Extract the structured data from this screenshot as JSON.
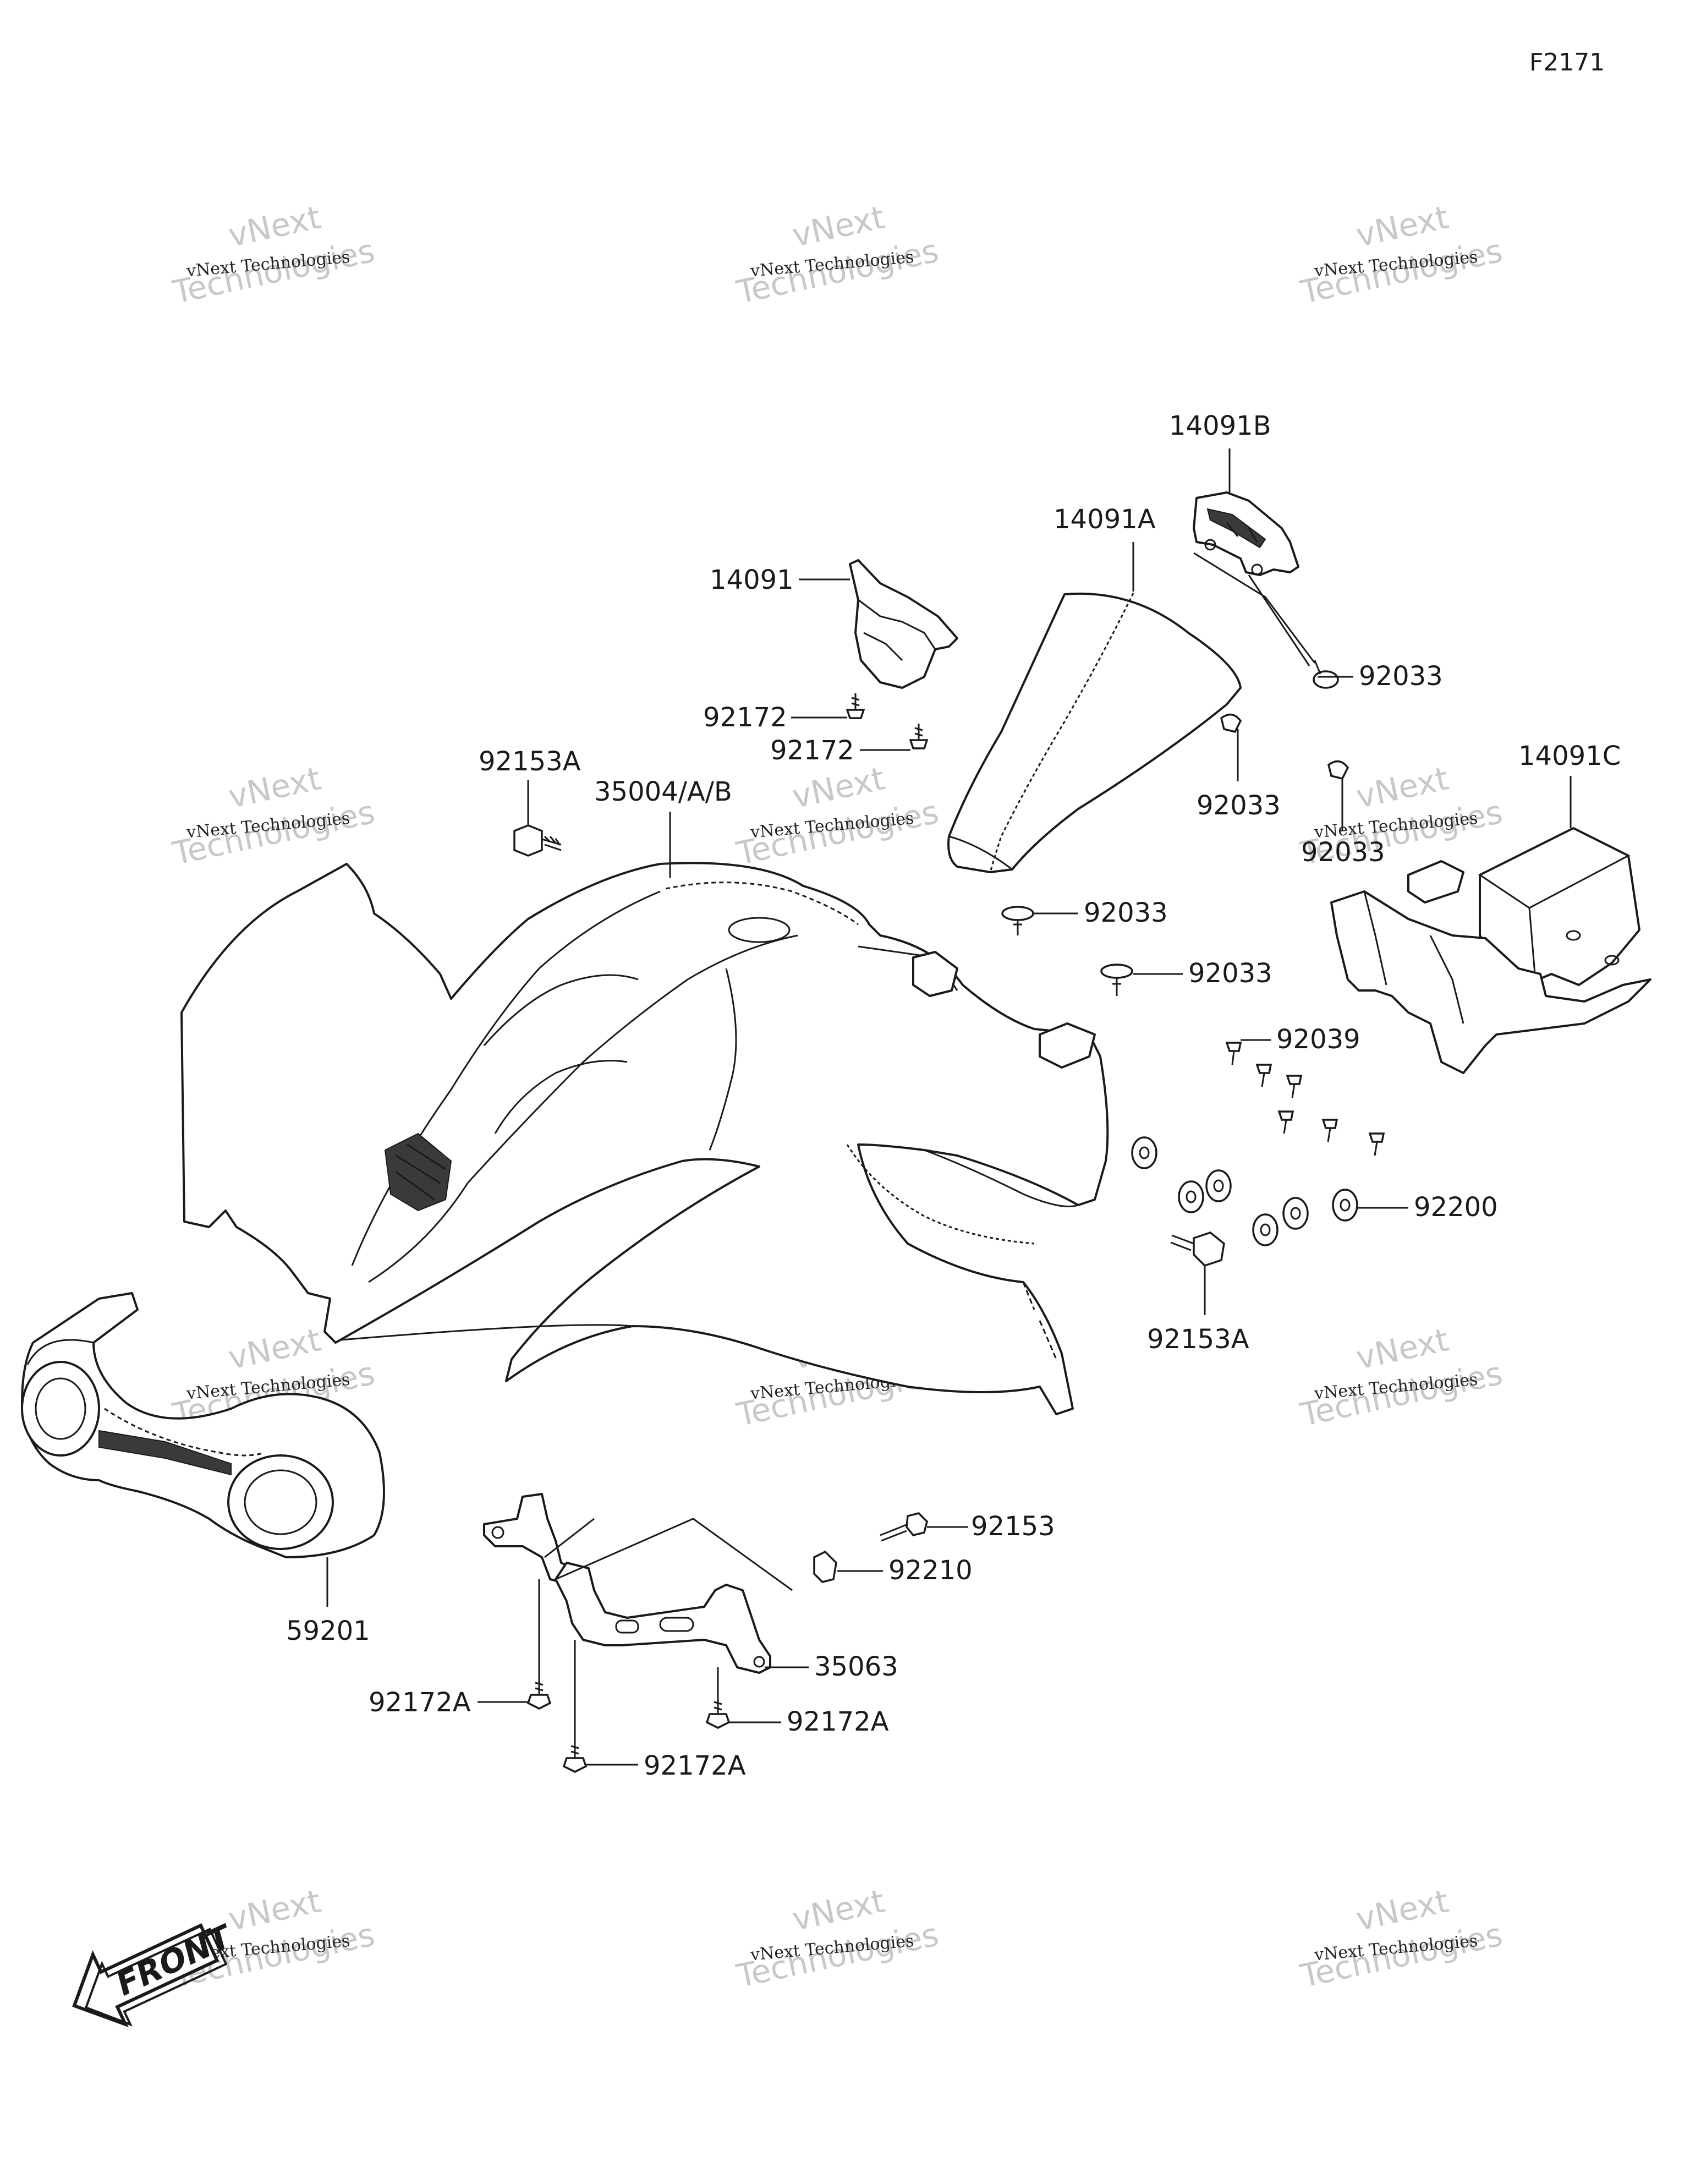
{
  "figure_code": "F2171",
  "watermark": {
    "line1": "vNext Technologies",
    "line2": "Technologies",
    "line3": "vNext"
  },
  "front_label": "FRONT",
  "callouts": [
    {
      "id": "14091B",
      "text": "14091B"
    },
    {
      "id": "14091A",
      "text": "14091A"
    },
    {
      "id": "14091",
      "text": "14091"
    },
    {
      "id": "92033_a",
      "text": "92033"
    },
    {
      "id": "92172_a",
      "text": "92172"
    },
    {
      "id": "92172_b",
      "text": "92172"
    },
    {
      "id": "92153A_a",
      "text": "92153A"
    },
    {
      "id": "35004",
      "text": "35004/A/B"
    },
    {
      "id": "92033_b",
      "text": "92033"
    },
    {
      "id": "14091C",
      "text": "14091C"
    },
    {
      "id": "92033_c",
      "text": "92033"
    },
    {
      "id": "92033_d",
      "text": "92033"
    },
    {
      "id": "92033_e",
      "text": "92033"
    },
    {
      "id": "92039",
      "text": "92039"
    },
    {
      "id": "92200",
      "text": "92200"
    },
    {
      "id": "92153A_b",
      "text": "92153A"
    },
    {
      "id": "92153",
      "text": "92153"
    },
    {
      "id": "92210",
      "text": "92210"
    },
    {
      "id": "35063",
      "text": "35063"
    },
    {
      "id": "59201",
      "text": "59201"
    },
    {
      "id": "92172A_a",
      "text": "92172A"
    },
    {
      "id": "92172A_b",
      "text": "92172A"
    },
    {
      "id": "92172A_c",
      "text": "92172A"
    }
  ]
}
